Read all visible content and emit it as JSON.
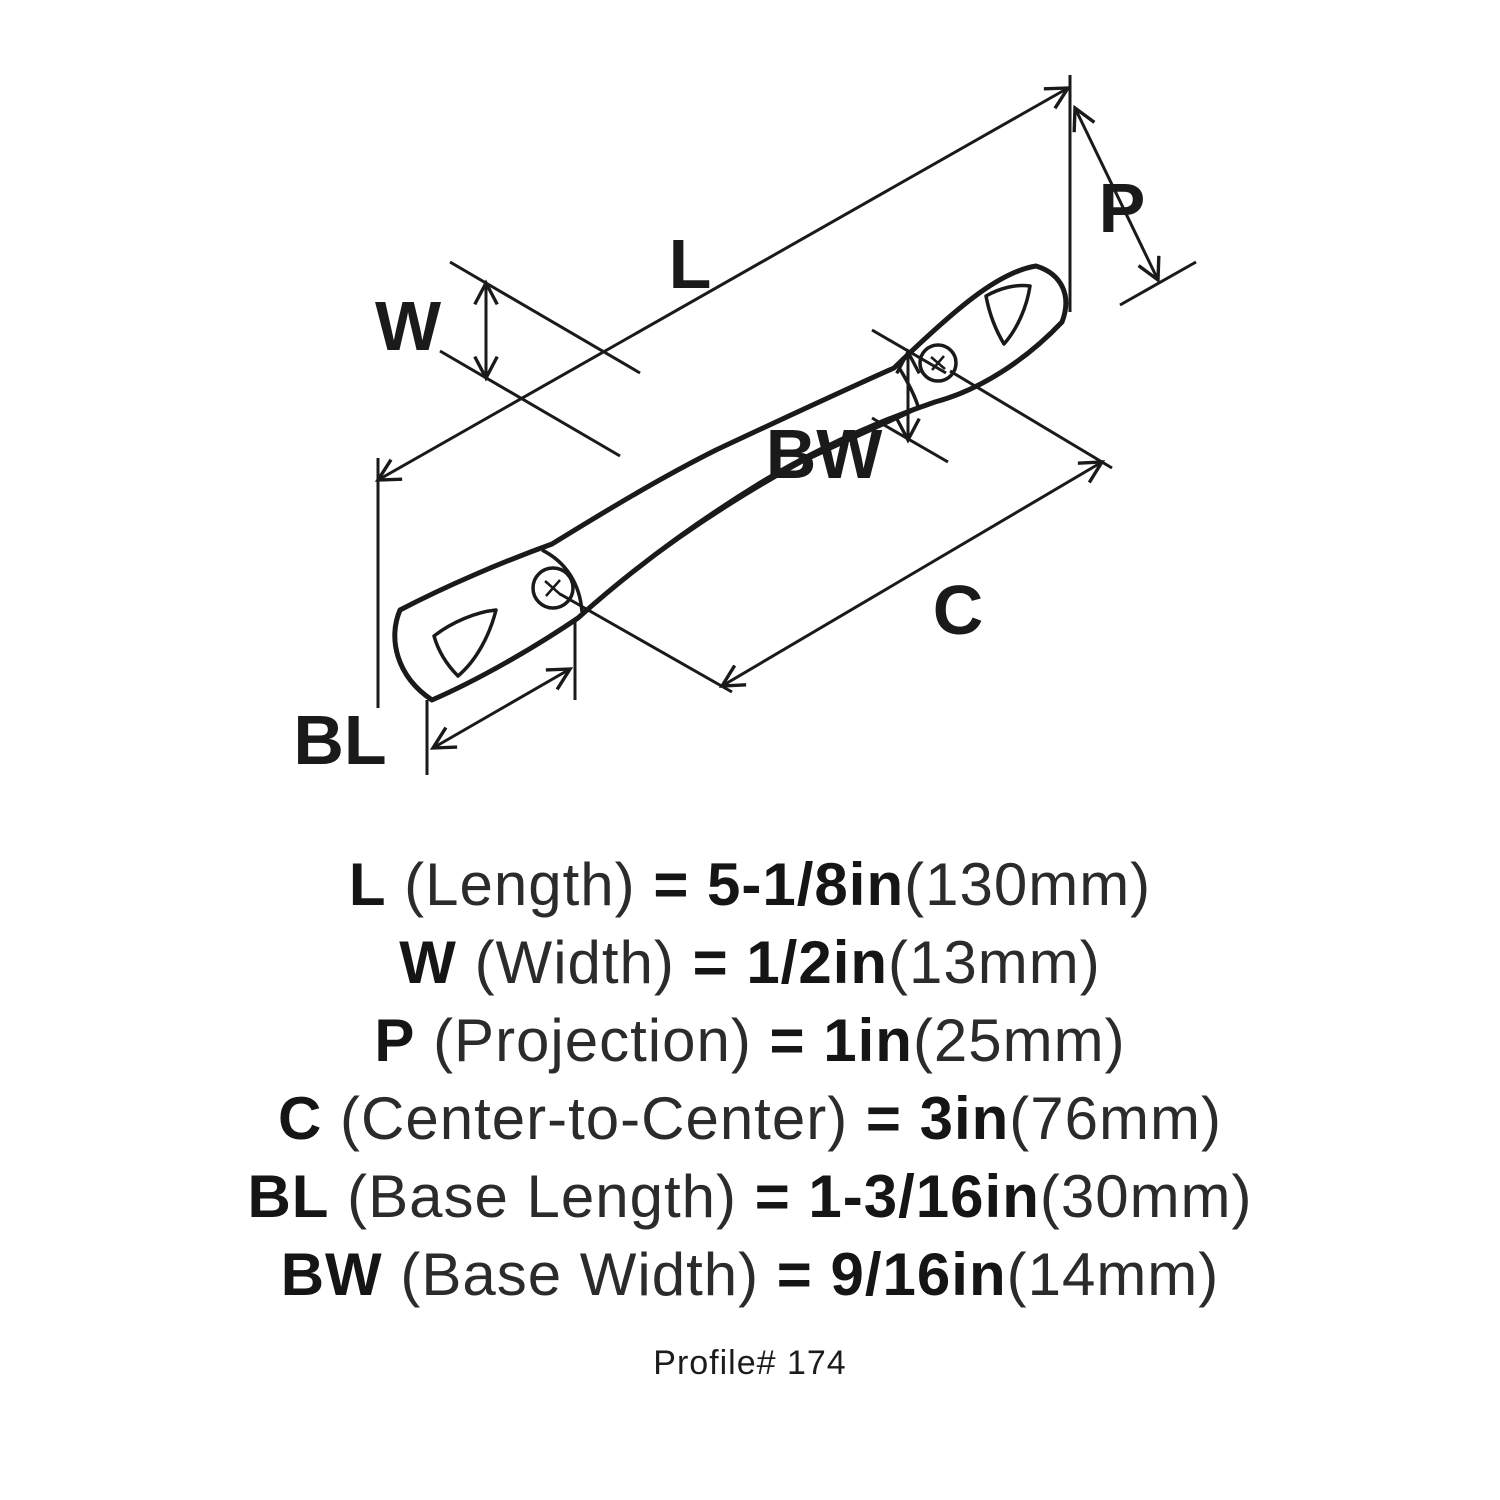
{
  "diagram": {
    "labels": {
      "length": "L",
      "width": "W",
      "projection": "P",
      "base_width": "BW",
      "center_to_center": "C",
      "base_length": "BL"
    },
    "line_color": "#1a1a1a"
  },
  "specs": [
    {
      "abbr": "L",
      "name": "(Length)",
      "equals": "=",
      "imperial": "5-1/8in",
      "metric": "(130mm)"
    },
    {
      "abbr": "W",
      "name": "(Width)",
      "equals": "=",
      "imperial": "1/2in",
      "metric": "(13mm)"
    },
    {
      "abbr": "P",
      "name": "(Projection)",
      "equals": "=",
      "imperial": "1in",
      "metric": "(25mm)"
    },
    {
      "abbr": "C",
      "name": "(Center-to-Center)",
      "equals": "=",
      "imperial": "3in",
      "metric": "(76mm)"
    },
    {
      "abbr": "BL",
      "name": "(Base Length)",
      "equals": "=",
      "imperial": "1-3/16in",
      "metric": "(30mm)"
    },
    {
      "abbr": "BW",
      "name": "(Base Width)",
      "equals": "=",
      "imperial": "9/16in",
      "metric": "(14mm)"
    }
  ],
  "footer": {
    "profile_label": "Profile# 174"
  }
}
